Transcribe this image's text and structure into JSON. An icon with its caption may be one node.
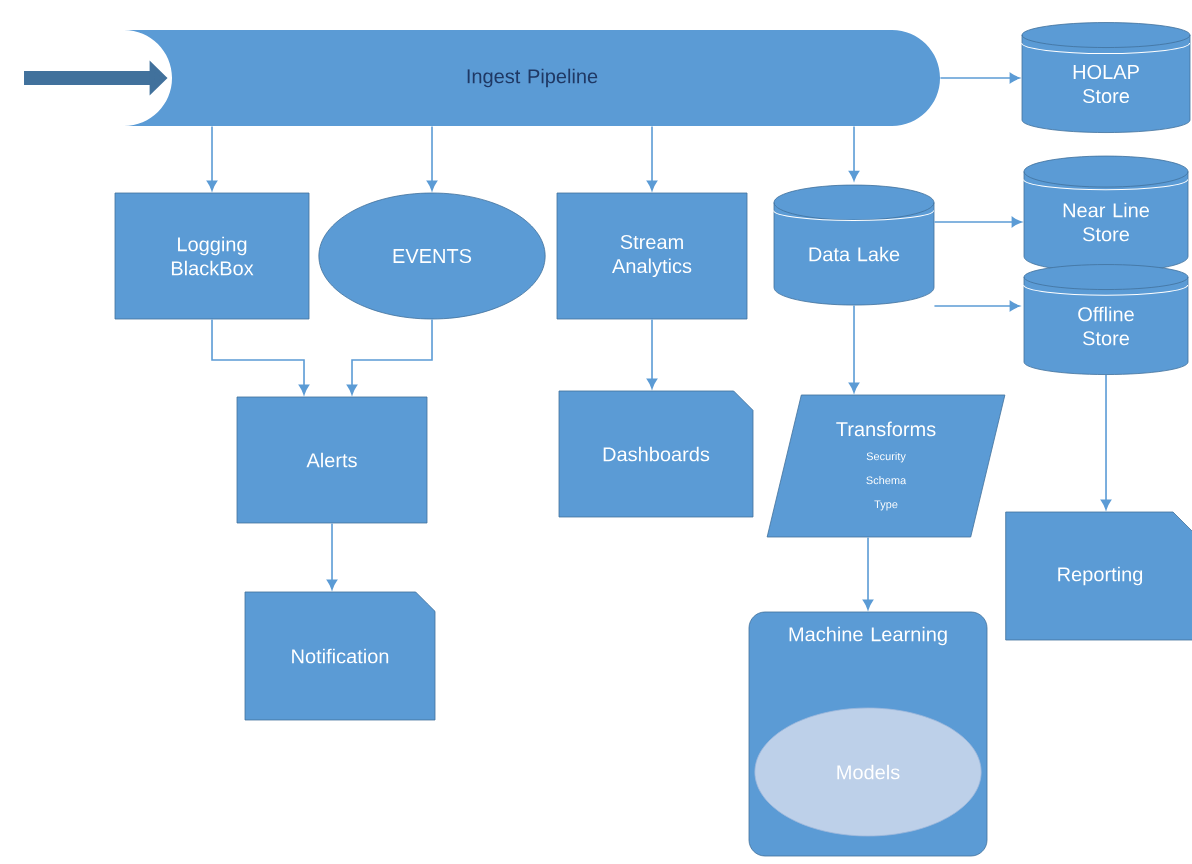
{
  "diagram": {
    "nodes": [
      {
        "text": [
          "Ingest Pipeline"
        ]
      },
      {
        "text": [
          "HOLAP Store"
        ]
      },
      {
        "text": [
          "Logging BlackBox"
        ]
      },
      {
        "text": [
          "EVENTS"
        ]
      },
      {
        "text": [
          "Stream Analytics"
        ]
      },
      {
        "text": [
          "Data Lake"
        ]
      },
      {
        "text": [
          "Near Line Store"
        ]
      },
      {
        "text": [
          "Offline Store"
        ]
      },
      {
        "text": [
          "Alerts"
        ]
      },
      {
        "text": [
          "Dashboards"
        ]
      },
      {
        "text": [
          "Transforms",
          "Security",
          "Schema",
          "Type"
        ]
      },
      {
        "text": [
          "Reporting"
        ]
      },
      {
        "text": [
          "Notification"
        ]
      },
      {
        "text": [
          "Machine Learning"
        ]
      },
      {
        "text": [
          "Models"
        ],
        "in": 13
      }
    ],
    "edges": [
      {
        "from": null,
        "to": 0,
        "arrow": "to",
        "style": "thick",
        "color": "#41719c"
      },
      {
        "from": 0,
        "to": 1,
        "arrow": "to"
      },
      {
        "from": 0,
        "to": 2,
        "arrow": "to"
      },
      {
        "from": 0,
        "to": 3,
        "arrow": "to"
      },
      {
        "from": 0,
        "to": 4,
        "arrow": "to"
      },
      {
        "from": 0,
        "to": 5,
        "arrow": "to"
      },
      {
        "from": 5,
        "to": 6,
        "arrow": "to"
      },
      {
        "from": 5,
        "to": 7,
        "arrow": "to"
      },
      {
        "from": 2,
        "to": 8,
        "arrow": "to"
      },
      {
        "from": 3,
        "to": 8,
        "arrow": "to"
      },
      {
        "from": 4,
        "to": 9,
        "arrow": "to"
      },
      {
        "from": 5,
        "to": 10,
        "arrow": "to"
      },
      {
        "from": 7,
        "to": 11,
        "arrow": "to"
      },
      {
        "from": 8,
        "to": 12,
        "arrow": "to"
      },
      {
        "from": 10,
        "to": 13,
        "arrow": "to"
      }
    ]
  }
}
